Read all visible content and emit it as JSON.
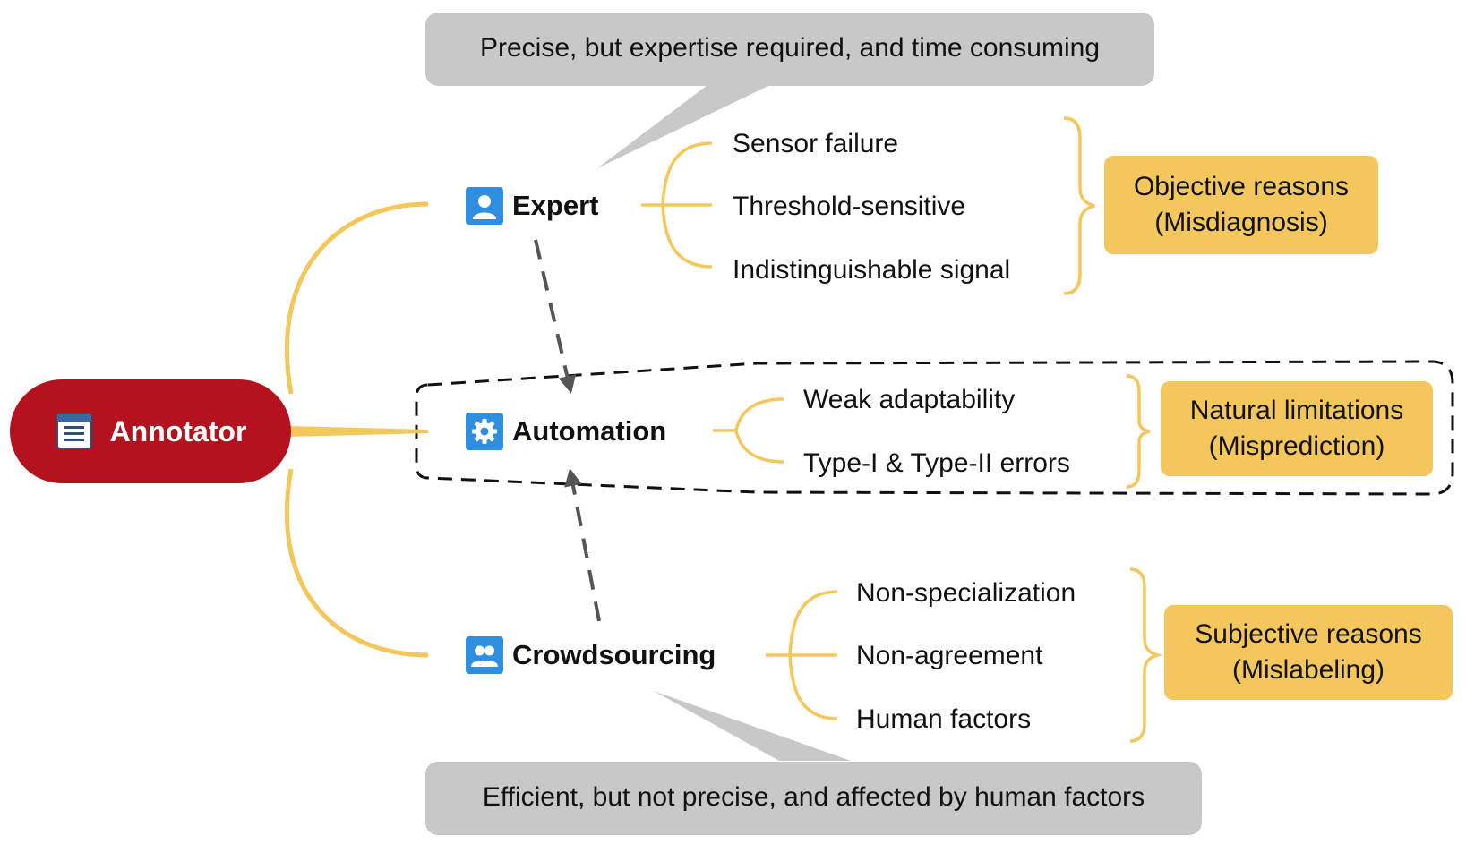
{
  "colors": {
    "root": "#b4121f",
    "branch": "#f3c75b",
    "reason_box": "#f3c75b",
    "callout": "#c8c8c8",
    "icon": "#2f8ee0",
    "dashed": "#555555"
  },
  "root": {
    "label": "Annotator",
    "icon": "notepad-icon"
  },
  "callouts": {
    "top": "Precise, but expertise required, and time consuming",
    "bottom": "Efficient, but not precise, and affected by human factors"
  },
  "annotators": [
    {
      "label": "Expert",
      "icon": "user-icon",
      "issues": [
        "Sensor failure",
        "Threshold-sensitive",
        "Indistinguishable signal"
      ],
      "reason": [
        "Objective reasons",
        "(Misdiagnosis)"
      ]
    },
    {
      "label": "Automation",
      "icon": "gear-icon",
      "issues": [
        "Weak adaptability",
        "Type-I & Type-II errors"
      ],
      "reason": [
        "Natural limitations",
        "(Misprediction)"
      ]
    },
    {
      "label": "Crowdsourcing",
      "icon": "users-icon",
      "issues": [
        "Non-specialization",
        "Non-agreement",
        "Human factors"
      ],
      "reason": [
        "Subjective reasons",
        "(Mislabeling)"
      ]
    }
  ]
}
